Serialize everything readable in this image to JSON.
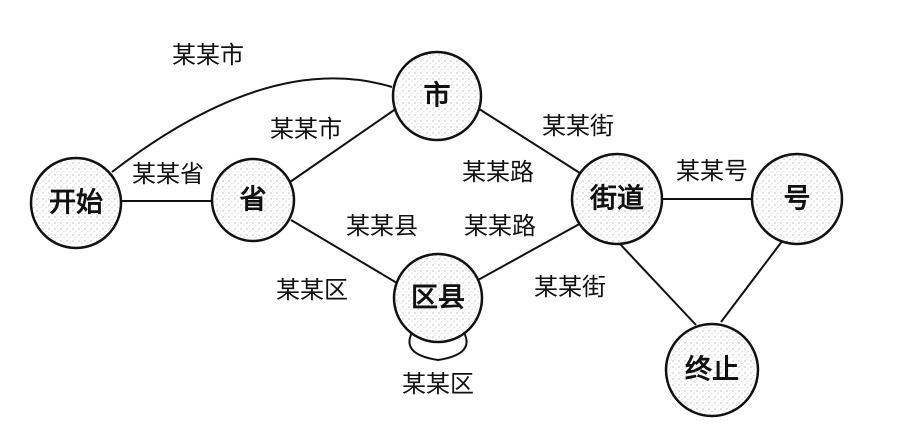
{
  "nodes": {
    "start": "开始",
    "province": "省",
    "city": "市",
    "district": "区县",
    "street": "街道",
    "number": "号",
    "end": "终止"
  },
  "edges": {
    "start_city": "某某市",
    "start_province": "某某省",
    "province_city": "某某市",
    "province_district_county": "某某县",
    "province_district_district": "某某区",
    "district_self_loop": "某某区",
    "city_street_street": "某某街",
    "city_street_road": "某某路",
    "district_street_road": "某某路",
    "district_street_street": "某某街",
    "street_number": "某某号"
  }
}
